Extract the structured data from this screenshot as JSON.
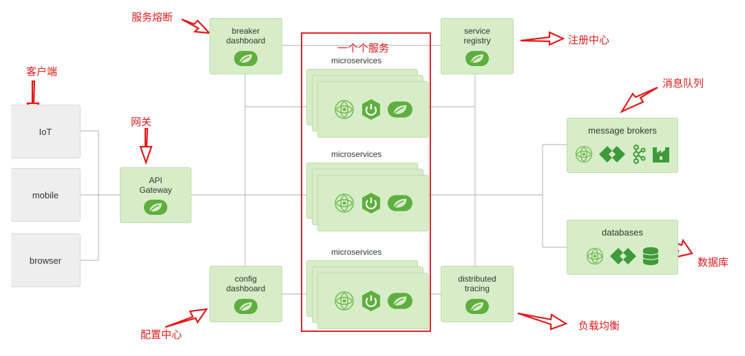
{
  "clients": [
    "IoT",
    "mobile",
    "browser"
  ],
  "gateway": {
    "line1": "API",
    "line2": "Gateway"
  },
  "breaker": {
    "line1": "breaker",
    "line2": "dashboard"
  },
  "config": {
    "line1": "config",
    "line2": "dashboard"
  },
  "registry": {
    "line1": "service",
    "line2": "registry"
  },
  "tracing": {
    "line1": "distributed",
    "line2": "tracing"
  },
  "microservices_label": "microservices",
  "message_brokers": "message brokers",
  "databases": "databases",
  "annotations": {
    "circuit_breaker": "服务熔断",
    "client": "客户端",
    "gateway": "网关",
    "services": "一个个服务",
    "registry": "注册中心",
    "message_queue": "消息队列",
    "database": "数据库",
    "config_center": "配置中心",
    "load_balancing": "负载均衡"
  },
  "colors": {
    "box_fill": "#d6edc7",
    "box_border": "#bfdcae",
    "icon_green": "#5fae3f",
    "line_gray": "#bdbdbd",
    "annotation_red": "#e01b1b"
  },
  "icons": [
    "spring-leaf-icon",
    "atom-icon",
    "power-hexagon-icon",
    "kafka-icon",
    "factory-icon",
    "stacked-db-icon",
    "rabbit-diamond-icon"
  ]
}
